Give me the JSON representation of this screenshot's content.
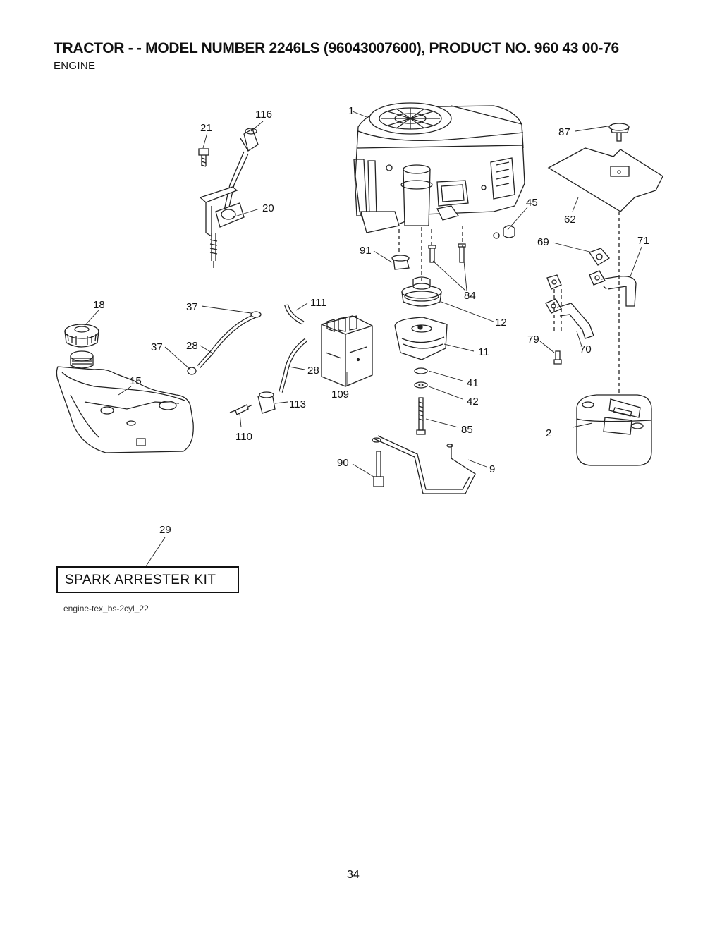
{
  "header": {
    "title": "TRACTOR - - MODEL NUMBER 2246LS (96043007600), PRODUCT NO. 960 43 00-76",
    "subtitle": "ENGINE"
  },
  "callouts": {
    "c1": "1",
    "c2": "2",
    "c9": "9",
    "c11": "11",
    "c12": "12",
    "c15": "15",
    "c18": "18",
    "c20": "20",
    "c21": "21",
    "c28a": "28",
    "c28b": "28",
    "c29": "29",
    "c37a": "37",
    "c37b": "37",
    "c41": "41",
    "c42": "42",
    "c45": "45",
    "c62": "62",
    "c69": "69",
    "c70": "70",
    "c71": "71",
    "c79": "79",
    "c84": "84",
    "c85": "85",
    "c87": "87",
    "c90": "90",
    "c91": "91",
    "c109": "109",
    "c110": "110",
    "c111": "111",
    "c113": "113",
    "c116": "116"
  },
  "kit": {
    "label": "SPARK ARRESTER KIT"
  },
  "footer": {
    "reference": "engine-tex_bs-2cyl_22",
    "page_number": "34"
  }
}
